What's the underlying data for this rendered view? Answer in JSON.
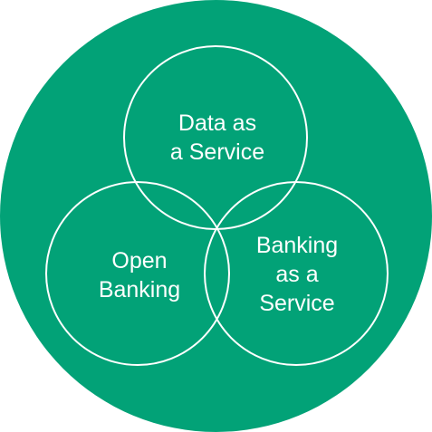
{
  "diagram": {
    "colors": {
      "background_circle": "#02A277",
      "circle_stroke": "#ffffff",
      "text": "#ffffff"
    },
    "circles": [
      {
        "id": "daas",
        "label_lines": [
          "Data as",
          "a Service"
        ]
      },
      {
        "id": "open",
        "label_lines": [
          "Open",
          "Banking"
        ]
      },
      {
        "id": "baas",
        "label_lines": [
          "Banking",
          "as a",
          "Service"
        ]
      }
    ]
  }
}
